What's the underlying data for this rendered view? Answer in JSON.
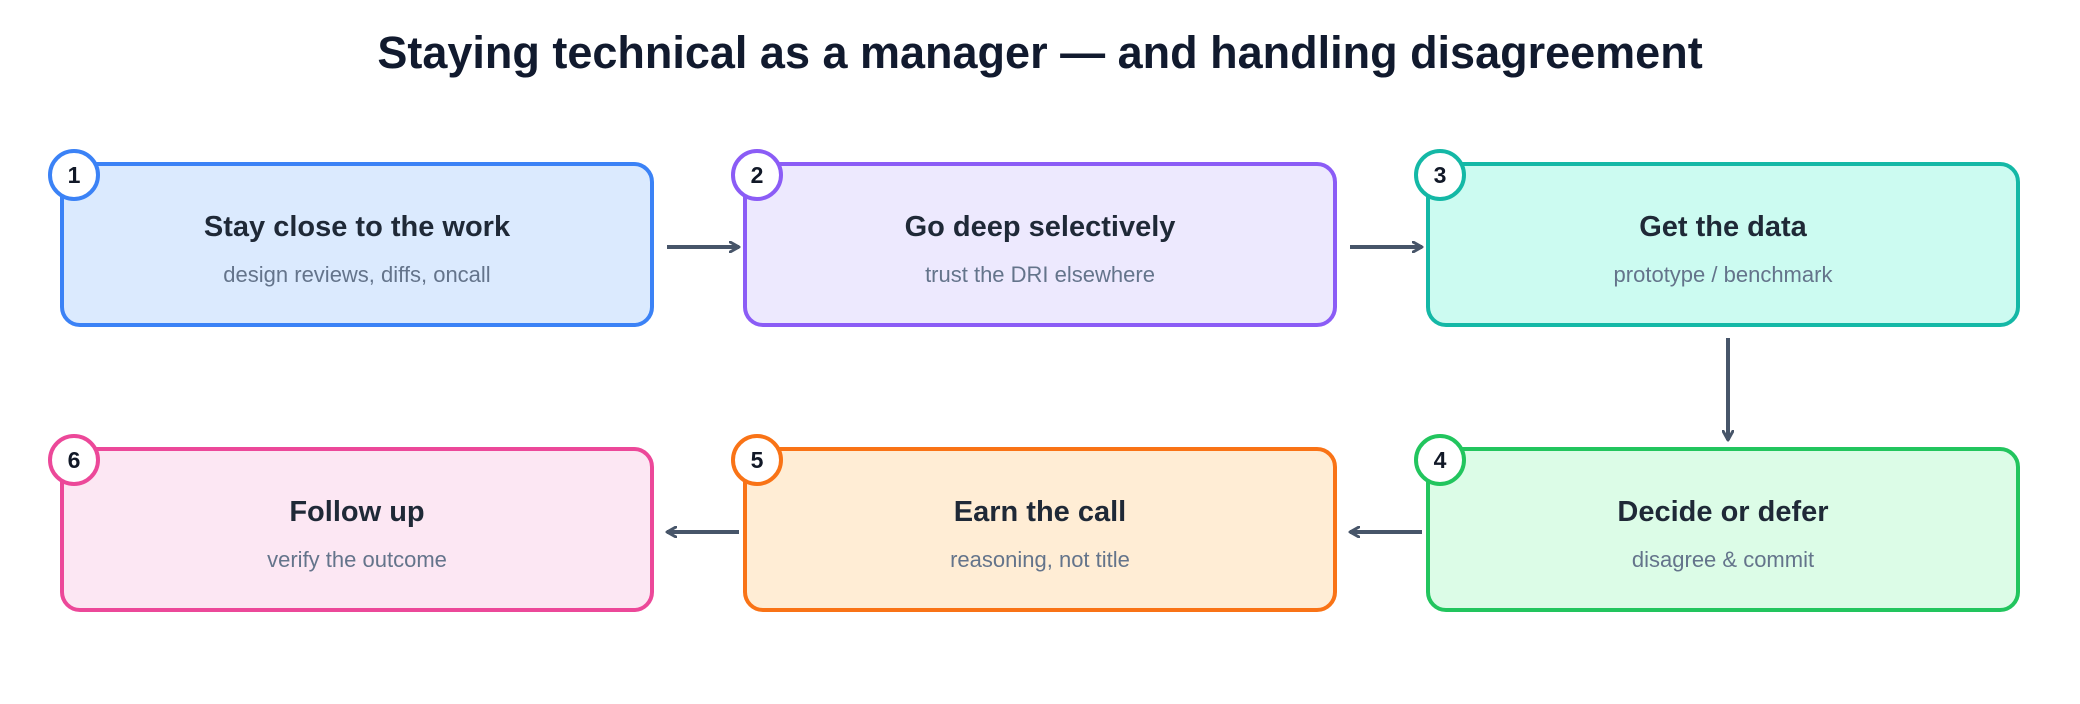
{
  "title": "Staying technical as a manager — and handling disagreement",
  "steps": [
    {
      "number": "1",
      "label": "Stay close to the work",
      "desc": "design reviews, diffs, oncall",
      "stroke": "#3b82f6",
      "fill": "#dbeafe"
    },
    {
      "number": "2",
      "label": "Go deep selectively",
      "desc": "trust the DRI elsewhere",
      "stroke": "#8b5cf6",
      "fill": "#ede9fe"
    },
    {
      "number": "3",
      "label": "Get the data",
      "desc": "prototype / benchmark",
      "stroke": "#14b8a6",
      "fill": "#ccfbf1"
    },
    {
      "number": "4",
      "label": "Decide or defer",
      "desc": "disagree & commit",
      "stroke": "#22c55e",
      "fill": "#dcfce7"
    },
    {
      "number": "5",
      "label": "Earn the call",
      "desc": "reasoning, not title",
      "stroke": "#f97316",
      "fill": "#ffedd5"
    },
    {
      "number": "6",
      "label": "Follow up",
      "desc": "verify the outcome",
      "stroke": "#ec4899",
      "fill": "#fce7f3"
    }
  ],
  "connector_color": "#475569"
}
